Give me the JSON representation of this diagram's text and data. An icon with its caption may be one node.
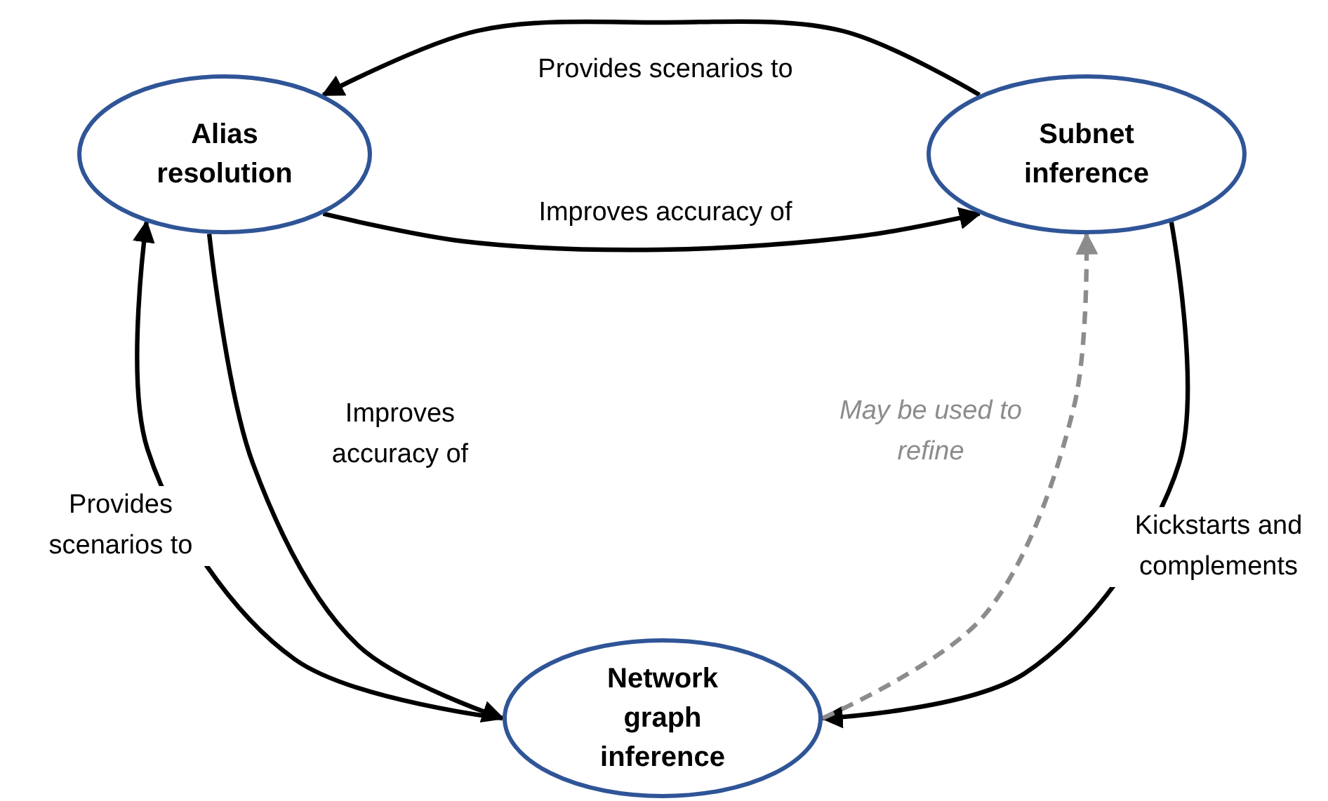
{
  "diagram": {
    "nodes": [
      {
        "text": [
          "Alias resolution"
        ]
      },
      {
        "text": [
          "Subnet inference"
        ]
      },
      {
        "text": [
          "Network graph inference"
        ]
      }
    ],
    "edges": [
      {
        "from": 1,
        "to": 0,
        "arrow": "to",
        "label": "Provides scenarios to"
      },
      {
        "from": 0,
        "to": 1,
        "arrow": "to",
        "label": "Improves accuracy of"
      },
      {
        "from": 2,
        "to": 0,
        "arrow": "to",
        "label": "Provides scenarios to"
      },
      {
        "from": 0,
        "to": 2,
        "arrow": "to",
        "label": "Improves accuracy of"
      },
      {
        "from": 1,
        "to": 2,
        "arrow": "to",
        "label": "Kickstarts and complements"
      },
      {
        "from": 2,
        "to": 1,
        "arrow": "to",
        "label": "May be used to refine",
        "style": "dashed",
        "color": "#8c8c8c"
      }
    ]
  }
}
